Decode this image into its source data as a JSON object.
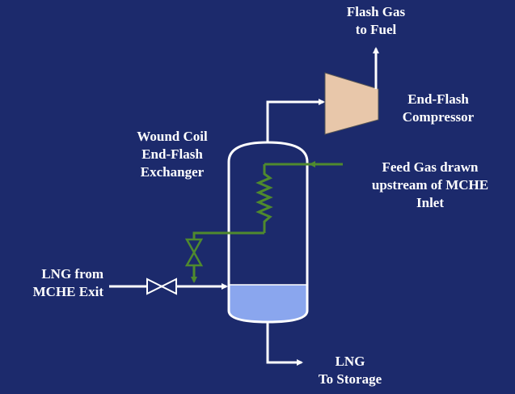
{
  "labels": {
    "flash_gas": [
      "Flash Gas",
      "to Fuel"
    ],
    "compressor": [
      "End-Flash",
      "Compressor"
    ],
    "exchanger": [
      "Wound Coil",
      "End-Flash",
      "Exchanger"
    ],
    "feed_gas": [
      "Feed Gas drawn",
      "upstream of MCHE",
      "Inlet"
    ],
    "lng_in": [
      "LNG from",
      "MCHE Exit"
    ],
    "lng_out": [
      "LNG",
      "To Storage"
    ]
  },
  "colors": {
    "background": "#1c2a6c",
    "process_line": "#ffffff",
    "feed_gas_line": "#4f8a2e",
    "compressor_fill": "#e8c7aa",
    "liquid_fill": "#8aa6ee"
  }
}
